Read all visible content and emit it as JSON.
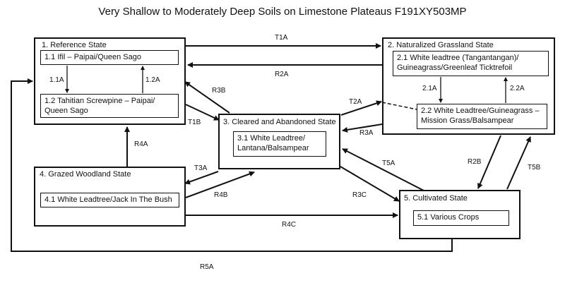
{
  "title": "Very Shallow to Moderately Deep Soils on Limestone Plateaus F191XY503MP",
  "states": {
    "s1": {
      "title": "1.  Reference State",
      "p1": "1.1 Ifil – Paipai/Queen Sago",
      "p2_line1": "1.2 Tahitian Screwpine – Paipai/",
      "p2_line2": "Queen Sago"
    },
    "s2": {
      "title": "2. Naturalized Grassland State",
      "p1_line1": "2.1 White leadtree (Tangantangan)/",
      "p1_line2": "Guineagrass/Greenleaf Ticktrefoil",
      "p2_line1": "2.2 White Leadtree/Guineagrass –",
      "p2_line2": "Mission Grass/Balsampear"
    },
    "s3": {
      "title": "3. Cleared and Abandoned State",
      "p1_line1": "3.1 White Leadtree/",
      "p1_line2": "Lantana/Balsampear"
    },
    "s4": {
      "title": "4. Grazed Woodland State",
      "p1": "4.1 White Leadtree/Jack In The Bush"
    },
    "s5": {
      "title": "5. Cultivated State",
      "p1": "5.1 Various Crops"
    }
  },
  "transitions": {
    "t1a": "T1A",
    "r2a": "R2A",
    "r3b": "R3B",
    "t1b": "T1B",
    "t2a": "T2A",
    "r3a": "R3A",
    "t3a": "T3A",
    "r4b": "R4B",
    "r4a": "R4A",
    "t5a": "T5A",
    "r3c": "R3C",
    "r2b": "R2B",
    "t5b": "T5B",
    "r4c": "R4C",
    "r5a": "R5A",
    "p11a": "1.1A",
    "p12a": "1.2A",
    "p21a": "2.1A",
    "p22a": "2.2A"
  }
}
